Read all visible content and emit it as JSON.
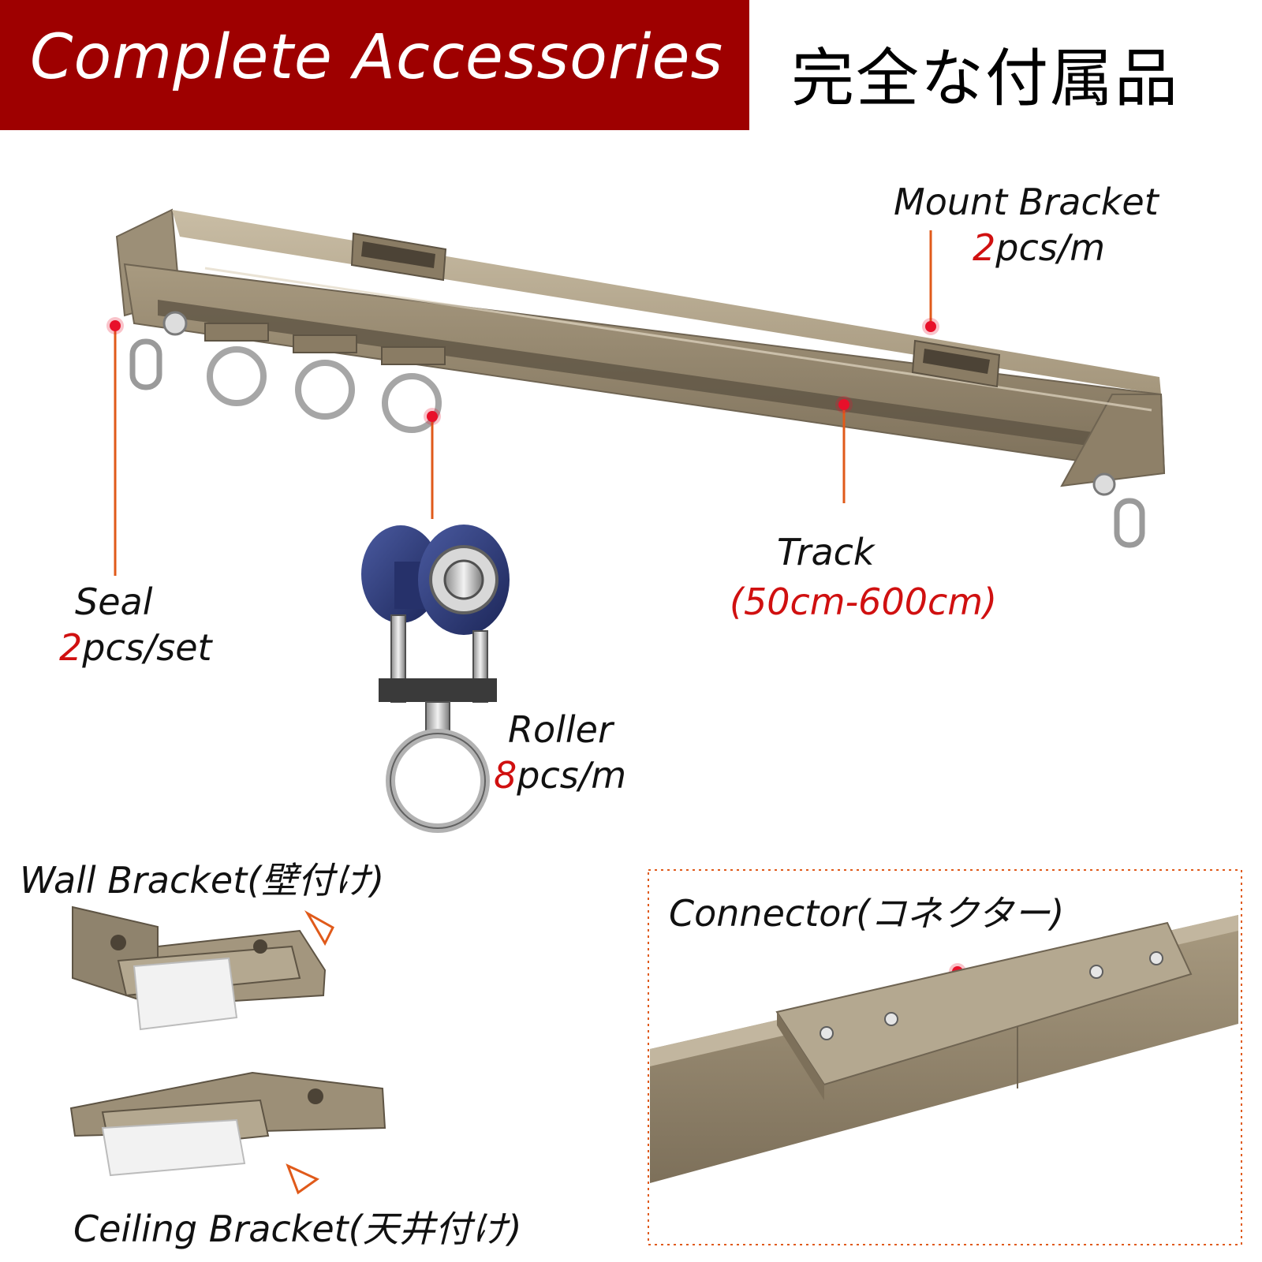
{
  "header": {
    "title_en": "Complete Accessories",
    "title_jp": "完全な付属品"
  },
  "colors": {
    "banner": "#9e0000",
    "accent_red": "#d01010",
    "leader_line": "#e05a1a",
    "track_metal": "#9a8c72",
    "roller_blue": "#2a3a78"
  },
  "parts": {
    "mount_bracket": {
      "name": "Mount Bracket",
      "qty_number": "2",
      "qty_unit": "pcs/m"
    },
    "seal": {
      "name": "Seal",
      "qty_number": "2",
      "qty_unit": "pcs/set"
    },
    "roller": {
      "name": "Roller",
      "qty_number": "8",
      "qty_unit": "pcs/m"
    },
    "track": {
      "name": "Track",
      "length": "(50cm-600cm)"
    },
    "wall_bracket": {
      "name": "Wall Bracket(壁付け)"
    },
    "ceiling_bracket": {
      "name": "Ceiling Bracket(天井付け)"
    },
    "connector": {
      "name": "Connector(コネクター)"
    }
  }
}
